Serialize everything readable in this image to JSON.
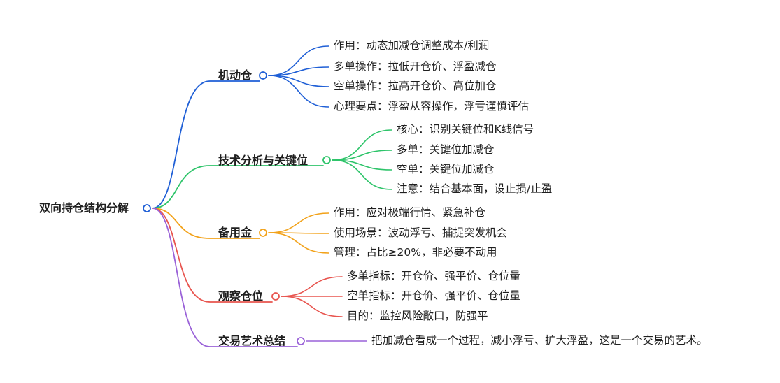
{
  "root": {
    "label": "双向持仓结构分解"
  },
  "colors": {
    "blue": "#1f5fd6",
    "green": "#2ec46a",
    "orange": "#f2a21a",
    "red": "#e8554f",
    "purple": "#9a62d8"
  },
  "branches": [
    {
      "label": "机动仓",
      "color": "blue",
      "leaves": [
        "作用：动态加减仓调整成本/利润",
        "多单操作：拉低开仓价、浮盈减仓",
        "空单操作：拉高开仓价、高位加仓",
        "心理要点：浮盈从容操作，浮亏谨慎评估"
      ]
    },
    {
      "label": "技术分析与关键位",
      "color": "green",
      "leaves": [
        "核心：识别关键位和K线信号",
        "多单：关键位加减仓",
        "空单：关键位加减仓",
        "注意：结合基本面，设止损/止盈"
      ]
    },
    {
      "label": "备用金",
      "color": "orange",
      "leaves": [
        "作用：应对极端行情、紧急补仓",
        "使用场景：波动浮亏、捕捉突发机会",
        "管理：占比≥20%，非必要不动用"
      ]
    },
    {
      "label": "观察仓位",
      "color": "red",
      "leaves": [
        "多单指标：开仓价、强平价、仓位量",
        "空单指标：开仓价、强平价、仓位量",
        "目的：监控风险敞口，防强平"
      ]
    },
    {
      "label": "交易艺术总结",
      "color": "purple",
      "leaves": [
        "把加减仓看成一个过程，减小浮亏、扩大浮盈，这是一个交易的艺术。"
      ]
    }
  ]
}
